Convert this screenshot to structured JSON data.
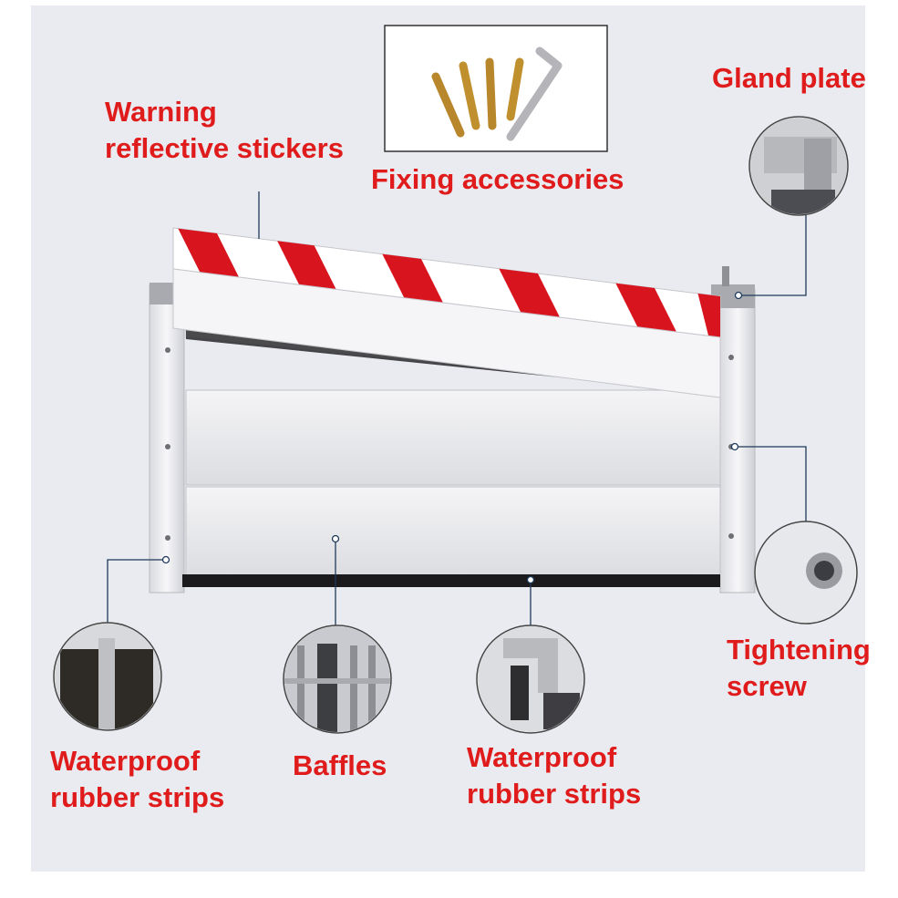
{
  "labels": {
    "warning_line1": "Warning",
    "warning_line2": "reflective stickers",
    "fixing_accessories": "Fixing accessories",
    "gland_plate": "Gland plate",
    "tightening_line1": "Tightening",
    "tightening_line2": "screw",
    "waterproof_left_line1": "Waterproof",
    "waterproof_left_line2": "rubber strips",
    "baffles": "Baffles",
    "waterproof_right_line1": "Waterproof",
    "waterproof_right_line2": "rubber strips"
  },
  "colors": {
    "label_red": "#e01b1b",
    "stripe_red": "#d8141e",
    "panel_grey": "#e6e6e8",
    "frame_grey": "#f0f0f2",
    "background_grey": "#e9ebf0",
    "leader_blue": "#1f3a5a"
  }
}
